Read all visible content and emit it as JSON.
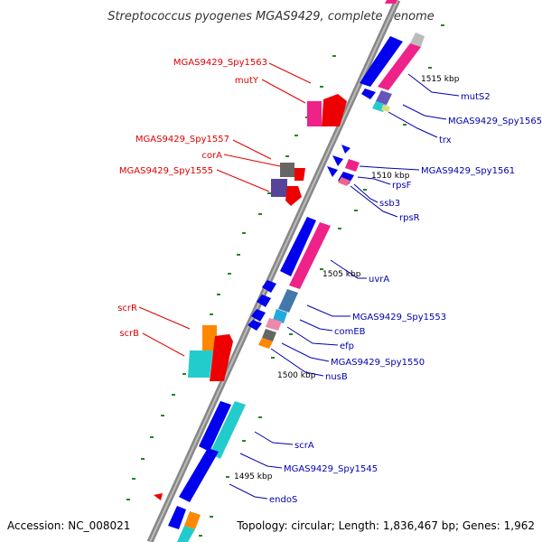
{
  "title": "Streptococcus pyogenes MGAS9429, complete genome",
  "footer": {
    "accession": "Accession: NC_008021",
    "topology": "Topology: circular; Length: 1,836,467 bp; Genes: 1,962"
  },
  "colors": {
    "label_left": "#e00000",
    "label_right": "#0000b0",
    "backbone": "#888888",
    "blue": "#0000ee",
    "pink": "#ee2288",
    "red": "#ee0000",
    "cyan": "#22cccc",
    "orange": "#ff8800",
    "purple": "#554499",
    "gray": "#666666",
    "steelblue": "#4477aa",
    "tick": "#228822"
  },
  "kbp_labels": [
    "1515 kbp",
    "1510 kbp",
    "1505 kbp",
    "1500 kbp",
    "1495 kbp"
  ],
  "left_labels": [
    "MGAS9429_Spy1563",
    "mutY",
    "MGAS9429_Spy1557",
    "corA",
    "MGAS9429_Spy1555",
    "scrR",
    "scrB"
  ],
  "right_labels": [
    "mutS2",
    "MGAS9429_Spy1565",
    "trx",
    "MGAS9429_Spy1561",
    "rpsF",
    "ssb3",
    "rpsR",
    "uvrA",
    "MGAS9429_Spy1553",
    "comEB",
    "efp",
    "MGAS9429_Spy1550",
    "nusB",
    "scrA",
    "MGAS9429_Spy1545",
    "endoS"
  ]
}
